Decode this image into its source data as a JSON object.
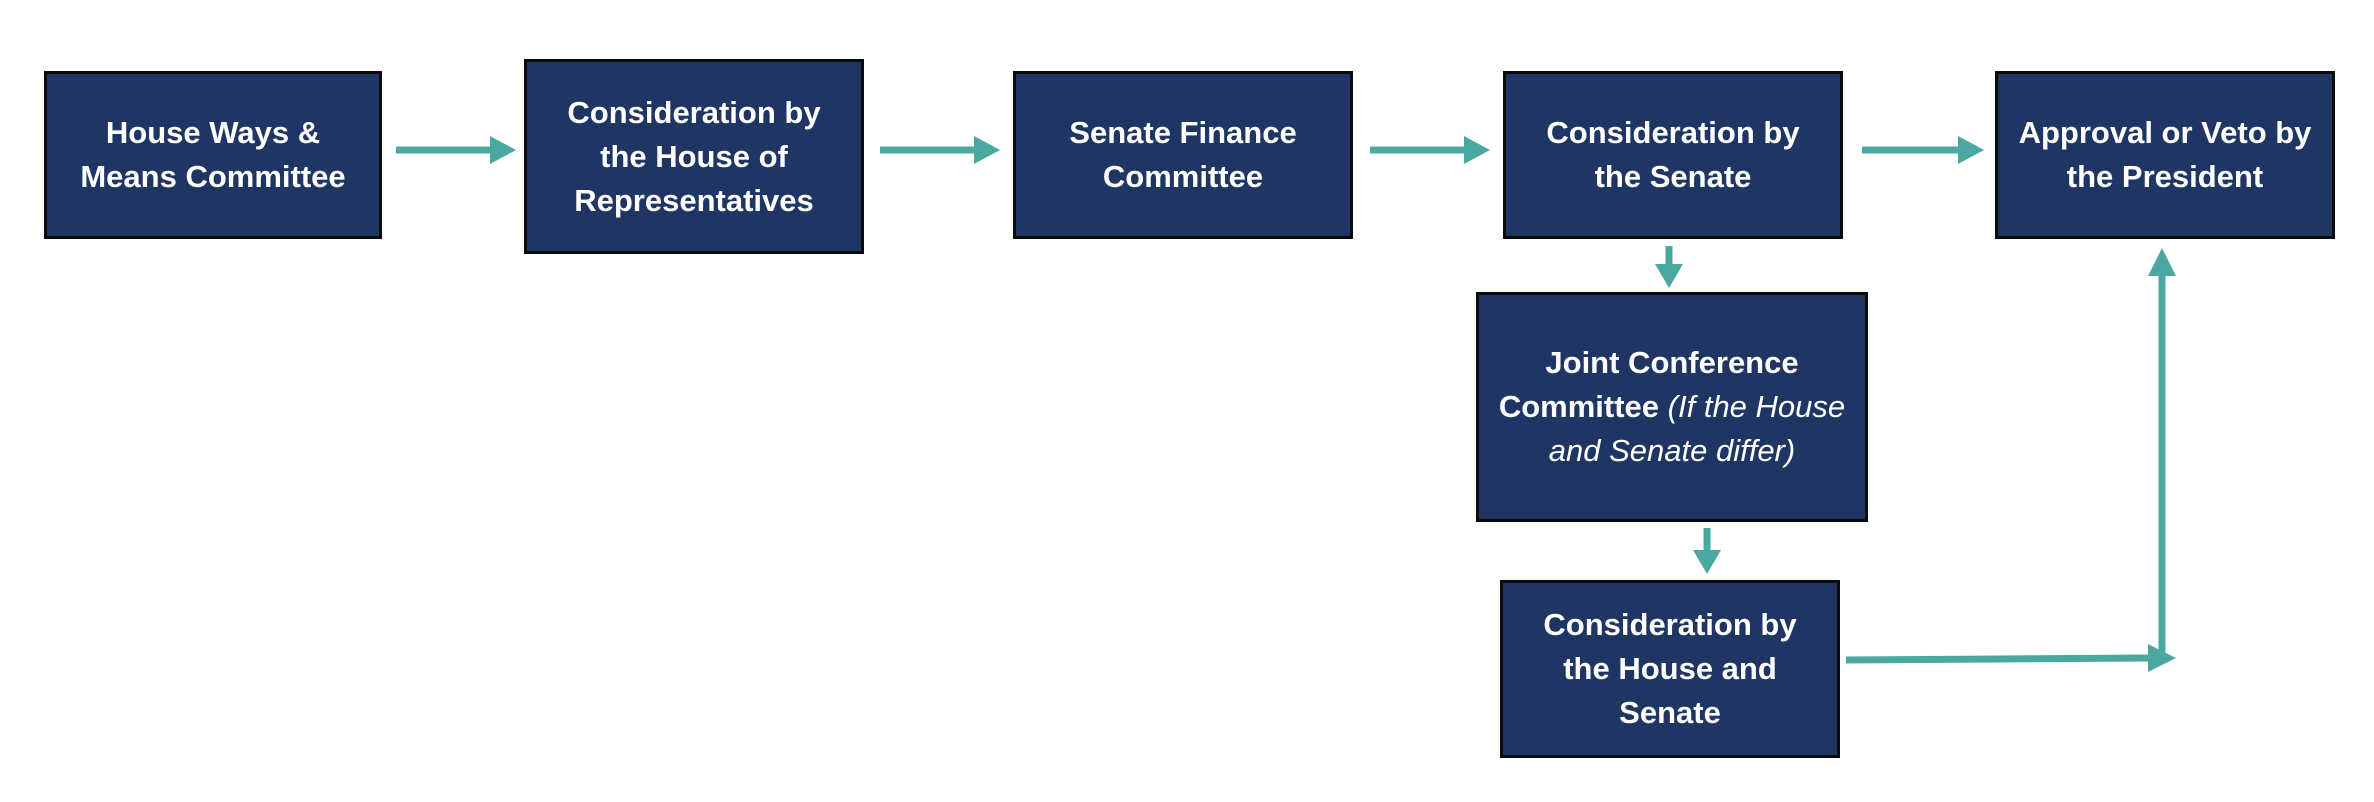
{
  "steps": {
    "house_ways_means": "House Ways & Means Committee",
    "house_consideration": "Consideration by the House of Representatives",
    "senate_finance": "Senate Finance Committee",
    "senate_consideration": "Consideration by the Senate",
    "president": "Approval or Veto by the President",
    "joint_conference": "Joint Conference Committee",
    "joint_conference_note": "(If the House and Senate differ)",
    "house_senate_consideration": "Consideration by the House and Senate"
  },
  "colors": {
    "box_fill": "#1f3664",
    "box_border": "#0b0b0b",
    "box_text": "#ffffff",
    "arrow": "#4aa8a0"
  }
}
